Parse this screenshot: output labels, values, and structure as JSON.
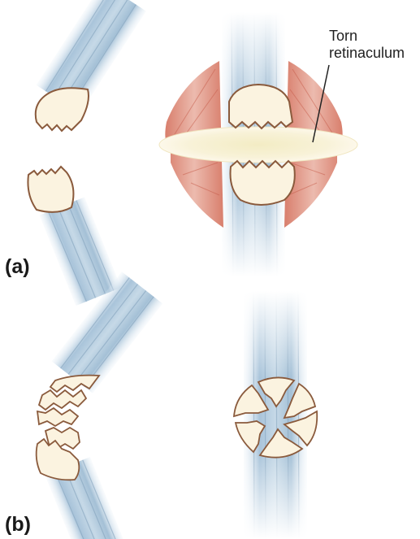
{
  "panels": {
    "a": {
      "label": "(a)"
    },
    "b": {
      "label": "(b)"
    }
  },
  "callout": {
    "line1": "Torn",
    "line2": "retinaculum"
  },
  "colors": {
    "tendon": "#b7cfe0",
    "tendon_stripe": "#7e9fba",
    "bone_fill": "#fbf3e0",
    "bone_outline": "#8a5a3c",
    "muscle": "#d98a78",
    "retinaculum": "#f6f0d2"
  }
}
